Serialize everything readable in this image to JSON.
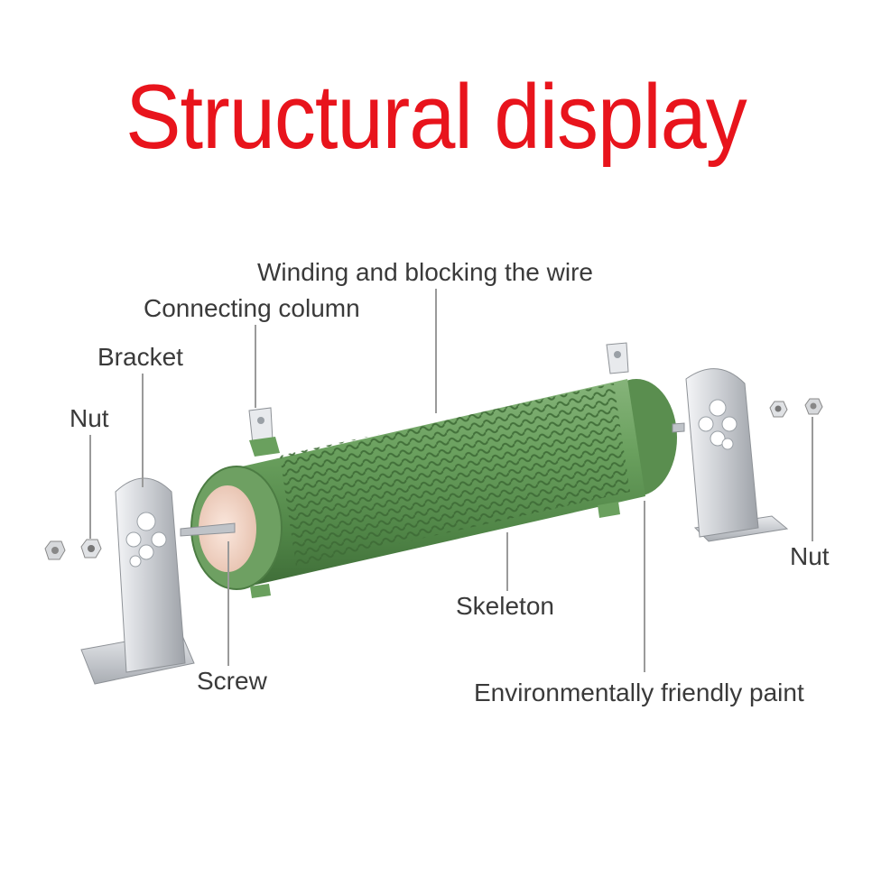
{
  "title": "Structural display",
  "labels": {
    "winding": "Winding and blocking the wire",
    "connecting_column": "Connecting column",
    "bracket": "Bracket",
    "nut_left": "Nut",
    "nut_right": "Nut",
    "skeleton": "Skeleton",
    "screw": "Screw",
    "paint": "Environmentally friendly paint"
  },
  "colors": {
    "title": "#e8141c",
    "label_text": "#3a3a3a",
    "leader_line": "#9a9a9a",
    "resistor_green": "#5f9455",
    "bracket_metal": "#d2d4d8"
  }
}
